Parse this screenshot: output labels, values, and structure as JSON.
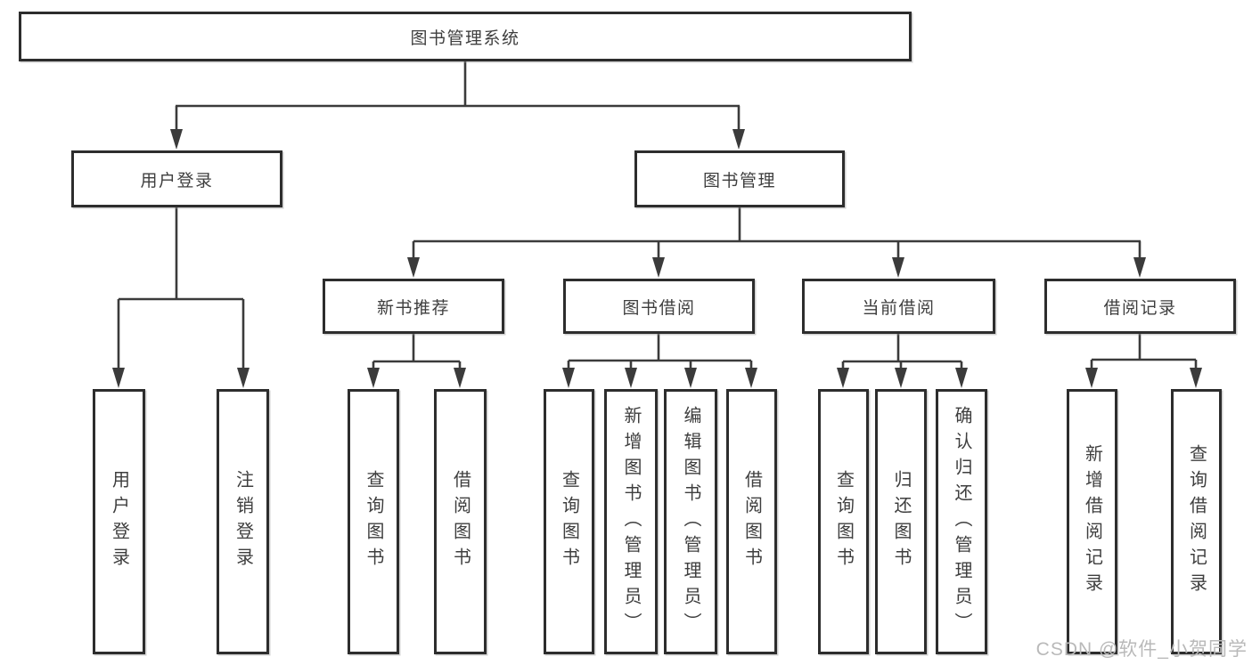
{
  "tree": {
    "root": {
      "label": "图书管理系统",
      "children": [
        {
          "label": "用户登录",
          "children": [
            {
              "label": "用户登录"
            },
            {
              "label": "注销登录"
            }
          ]
        },
        {
          "label": "图书管理",
          "children": [
            {
              "label": "新书推荐",
              "children": [
                {
                  "label": "查询图书"
                },
                {
                  "label": "借阅图书"
                }
              ]
            },
            {
              "label": "图书借阅",
              "children": [
                {
                  "label": "查询图书"
                },
                {
                  "label": "新增图书（管理员）"
                },
                {
                  "label": "编辑图书（管理员）"
                },
                {
                  "label": "借阅图书"
                }
              ]
            },
            {
              "label": "当前借阅",
              "children": [
                {
                  "label": "查询图书"
                },
                {
                  "label": "归还图书"
                },
                {
                  "label": "确认归还（管理员）"
                }
              ]
            },
            {
              "label": "借阅记录",
              "children": [
                {
                  "label": "新增借阅记录"
                },
                {
                  "label": "查询借阅记录"
                }
              ]
            }
          ]
        }
      ]
    }
  },
  "watermark": {
    "text": "CSDN @软件_小贺同学",
    "color": "#b9b9b9"
  },
  "colors": {
    "line": "#3b3b3b",
    "box_border": "#2d2d2d",
    "text": "#3e3e3e",
    "background": "#ffffff"
  }
}
